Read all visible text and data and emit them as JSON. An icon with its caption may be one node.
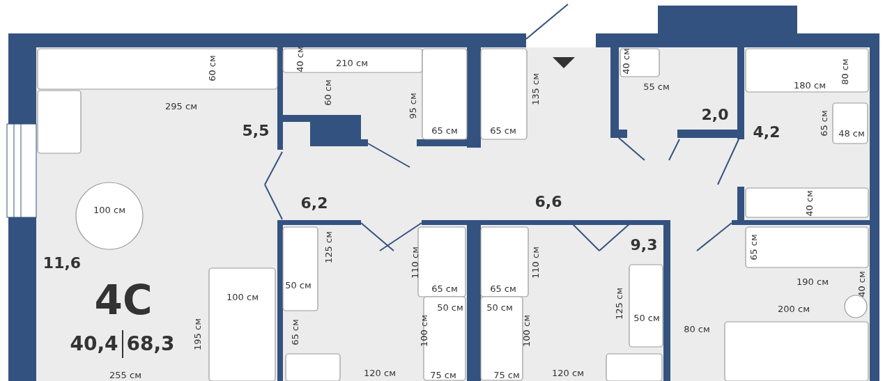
{
  "diagram": {
    "labels": [
      "60 см",
      "40 см",
      "210 см",
      "135 см",
      "40 см",
      "55 см",
      "180 см",
      "80 см",
      "60 см",
      "295 см",
      "95 см",
      "65 см",
      "65 см",
      "65 см",
      "48 см",
      "2,0",
      "5,5",
      "4,2",
      "40 см",
      "6,2",
      "6,6",
      "100 см",
      "9,3",
      "125 см",
      "110 см",
      "110 см",
      "65 см",
      "11,6",
      "65 см",
      "65 см",
      "190 см",
      "40 см",
      "50 см",
      "100 см",
      "4С",
      "50 см",
      "50 см",
      "200 см",
      "125 см",
      "50 см",
      "40,4",
      "68,3",
      "195 см",
      "65 см",
      "100 см",
      "100 см",
      "80 см",
      "255 см",
      "120 см",
      "75 см",
      "75 см",
      "120 см"
    ]
  }
}
